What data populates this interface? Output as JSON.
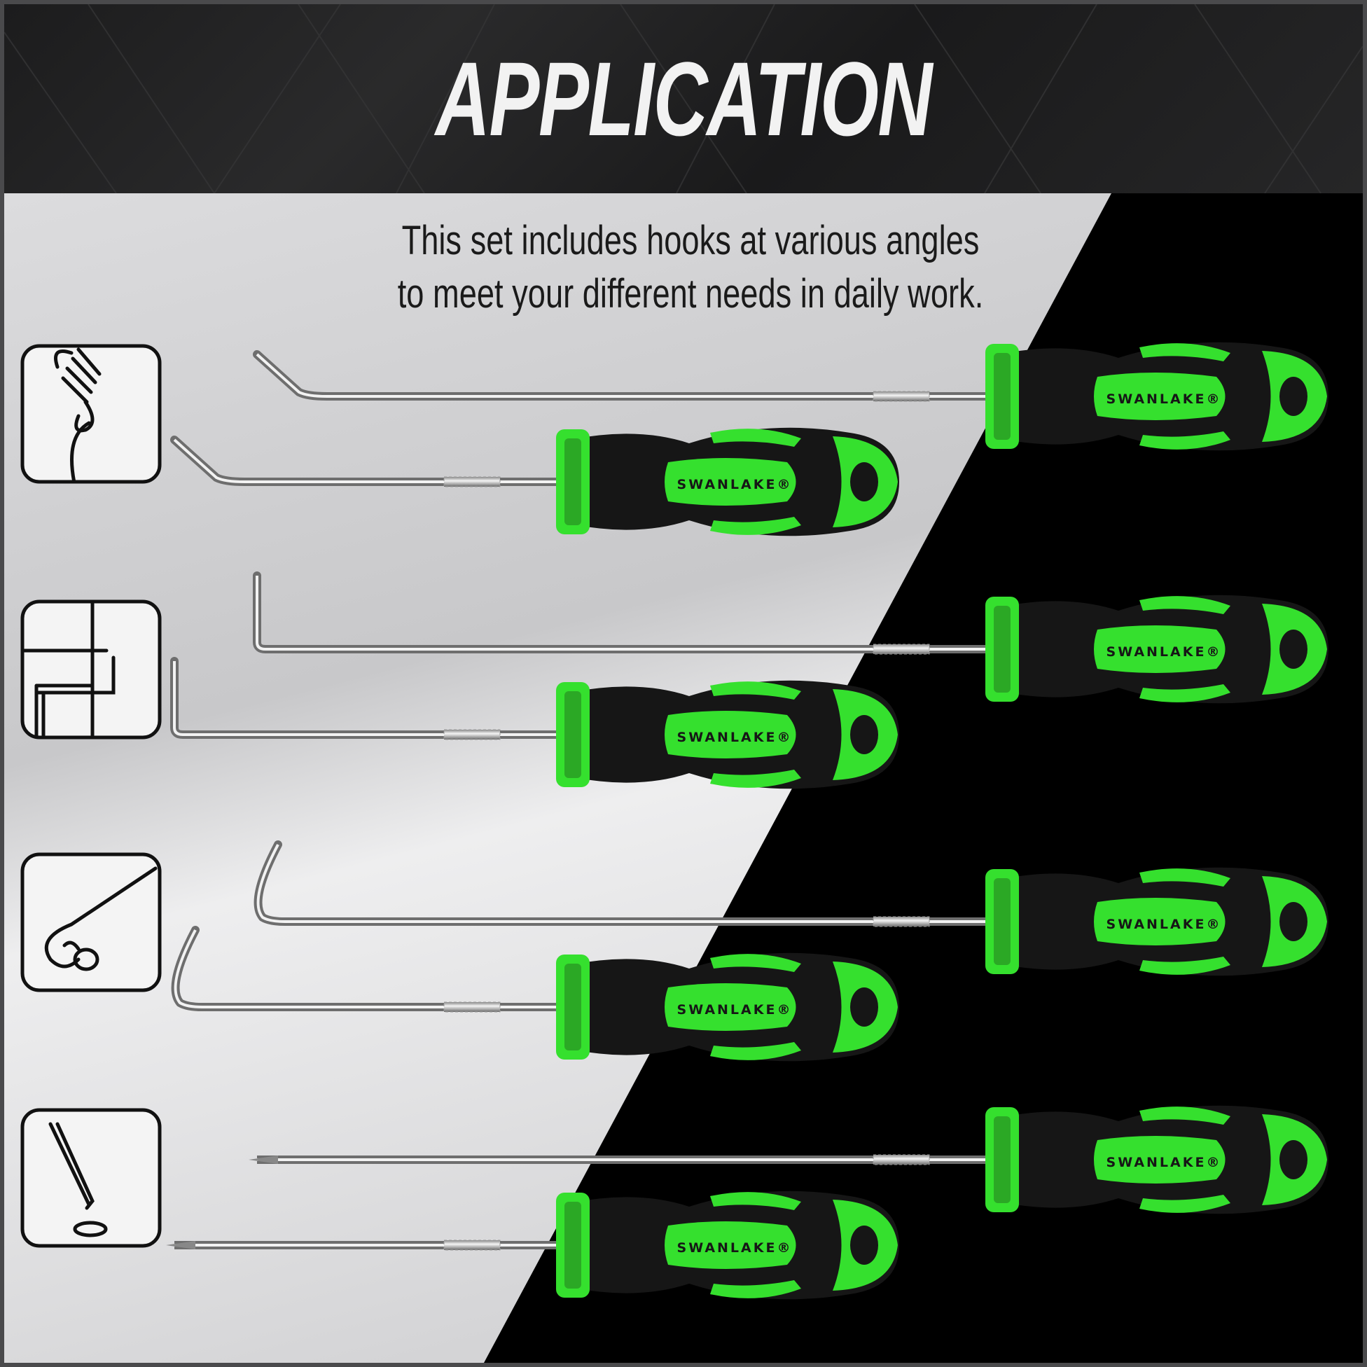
{
  "header": {
    "title": "APPLICATION"
  },
  "description": {
    "line1": "This set includes hooks at various angles",
    "line2": "to meet your different needs in daily work."
  },
  "colors": {
    "accent_green": "#35e02e",
    "handle_black": "#161616",
    "light_bg": "#d9d9db",
    "dark_bg": "#000000"
  },
  "icons": [
    "spring-hook-icon",
    "right-angle-hook-icon",
    "curved-hook-o-ring-icon",
    "straight-pick-icon"
  ],
  "tools": [
    {
      "type": "angled-45",
      "length": "long",
      "brand": "SWANLAKE®"
    },
    {
      "type": "angled-45",
      "length": "short",
      "brand": "SWANLAKE®"
    },
    {
      "type": "angled-90",
      "length": "long",
      "brand": "SWANLAKE®"
    },
    {
      "type": "angled-90",
      "length": "short",
      "brand": "SWANLAKE®"
    },
    {
      "type": "curved",
      "length": "long",
      "brand": "SWANLAKE®"
    },
    {
      "type": "curved",
      "length": "short",
      "brand": "SWANLAKE®"
    },
    {
      "type": "straight",
      "length": "long",
      "brand": "SWANLAKE®"
    },
    {
      "type": "straight",
      "length": "short",
      "brand": "SWANLAKE®"
    }
  ]
}
